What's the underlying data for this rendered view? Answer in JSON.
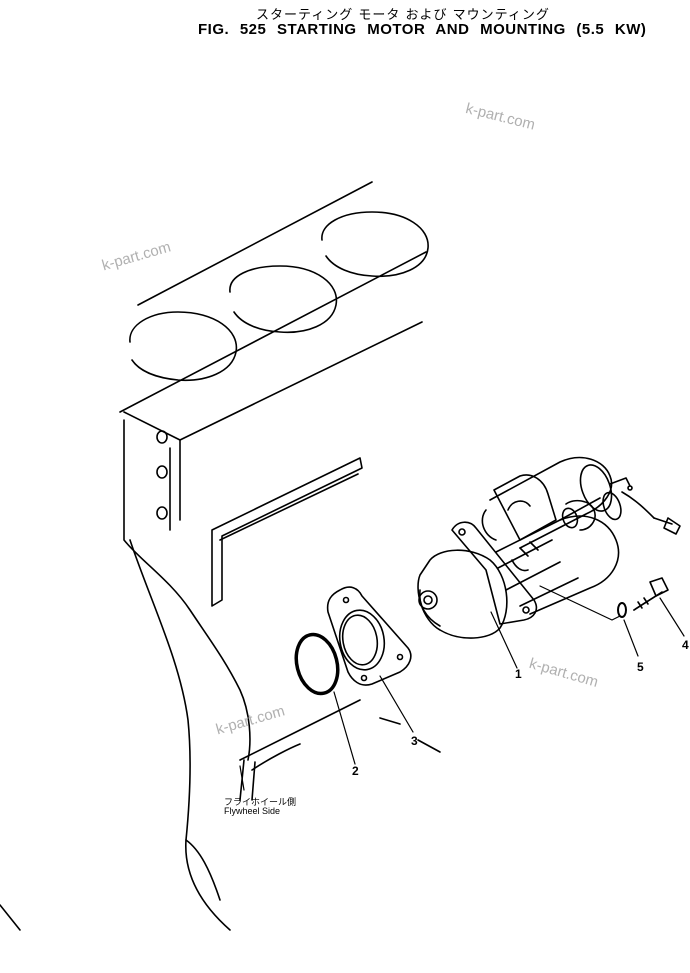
{
  "figure": {
    "title_jp": "スターティング モータ および マウンティング",
    "title_en": "FIG. 525  STARTING  MOTOR  AND  MOUNTING  (5.5 KW)"
  },
  "watermarks": [
    "k-part.com",
    "k-part.com",
    "k-part.com",
    "k-part.com"
  ],
  "callouts": {
    "part1": "1",
    "part2": "2",
    "part3": "3",
    "part4": "4",
    "part5": "5"
  },
  "labels": {
    "flywheel_side_jp": "フライホイール側",
    "flywheel_side_en": "Flywheel Side"
  }
}
